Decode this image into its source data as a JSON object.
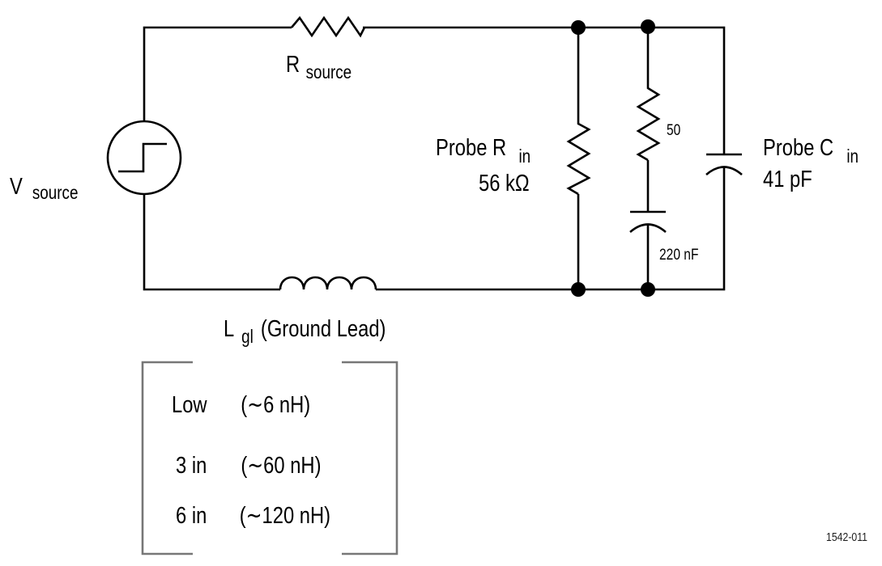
{
  "diagram": {
    "type": "circuit-schematic",
    "figure_id": "1542-011",
    "components": {
      "v_source": {
        "symbol": "step-voltage-source-icon",
        "label_main": "V",
        "label_sub": "source"
      },
      "r_source": {
        "symbol": "resistor-icon",
        "label_main": "R",
        "label_sub": "source"
      },
      "l_ground_lead": {
        "symbol": "inductor-icon",
        "label_main": "L",
        "label_sub": "gl",
        "label_suffix": "(Ground Lead)"
      },
      "probe_r_in": {
        "symbol": "resistor-icon",
        "label_main": "Probe R",
        "label_sub": "in",
        "value": "56 kΩ"
      },
      "r_50": {
        "symbol": "resistor-icon",
        "value": "50"
      },
      "c_220": {
        "symbol": "capacitor-icon",
        "value": "220 nF"
      },
      "probe_c_in": {
        "symbol": "capacitor-icon",
        "label_main": "Probe C",
        "label_sub": "in",
        "value": "41 pF"
      }
    },
    "ground_lead_options": [
      {
        "length": "Low",
        "inductance": "(∼6 nH)"
      },
      {
        "length": "3 in",
        "inductance": "(∼60 nH)"
      },
      {
        "length": "6 in",
        "inductance": "(∼120 nH)"
      }
    ],
    "junction_nodes": 4
  }
}
